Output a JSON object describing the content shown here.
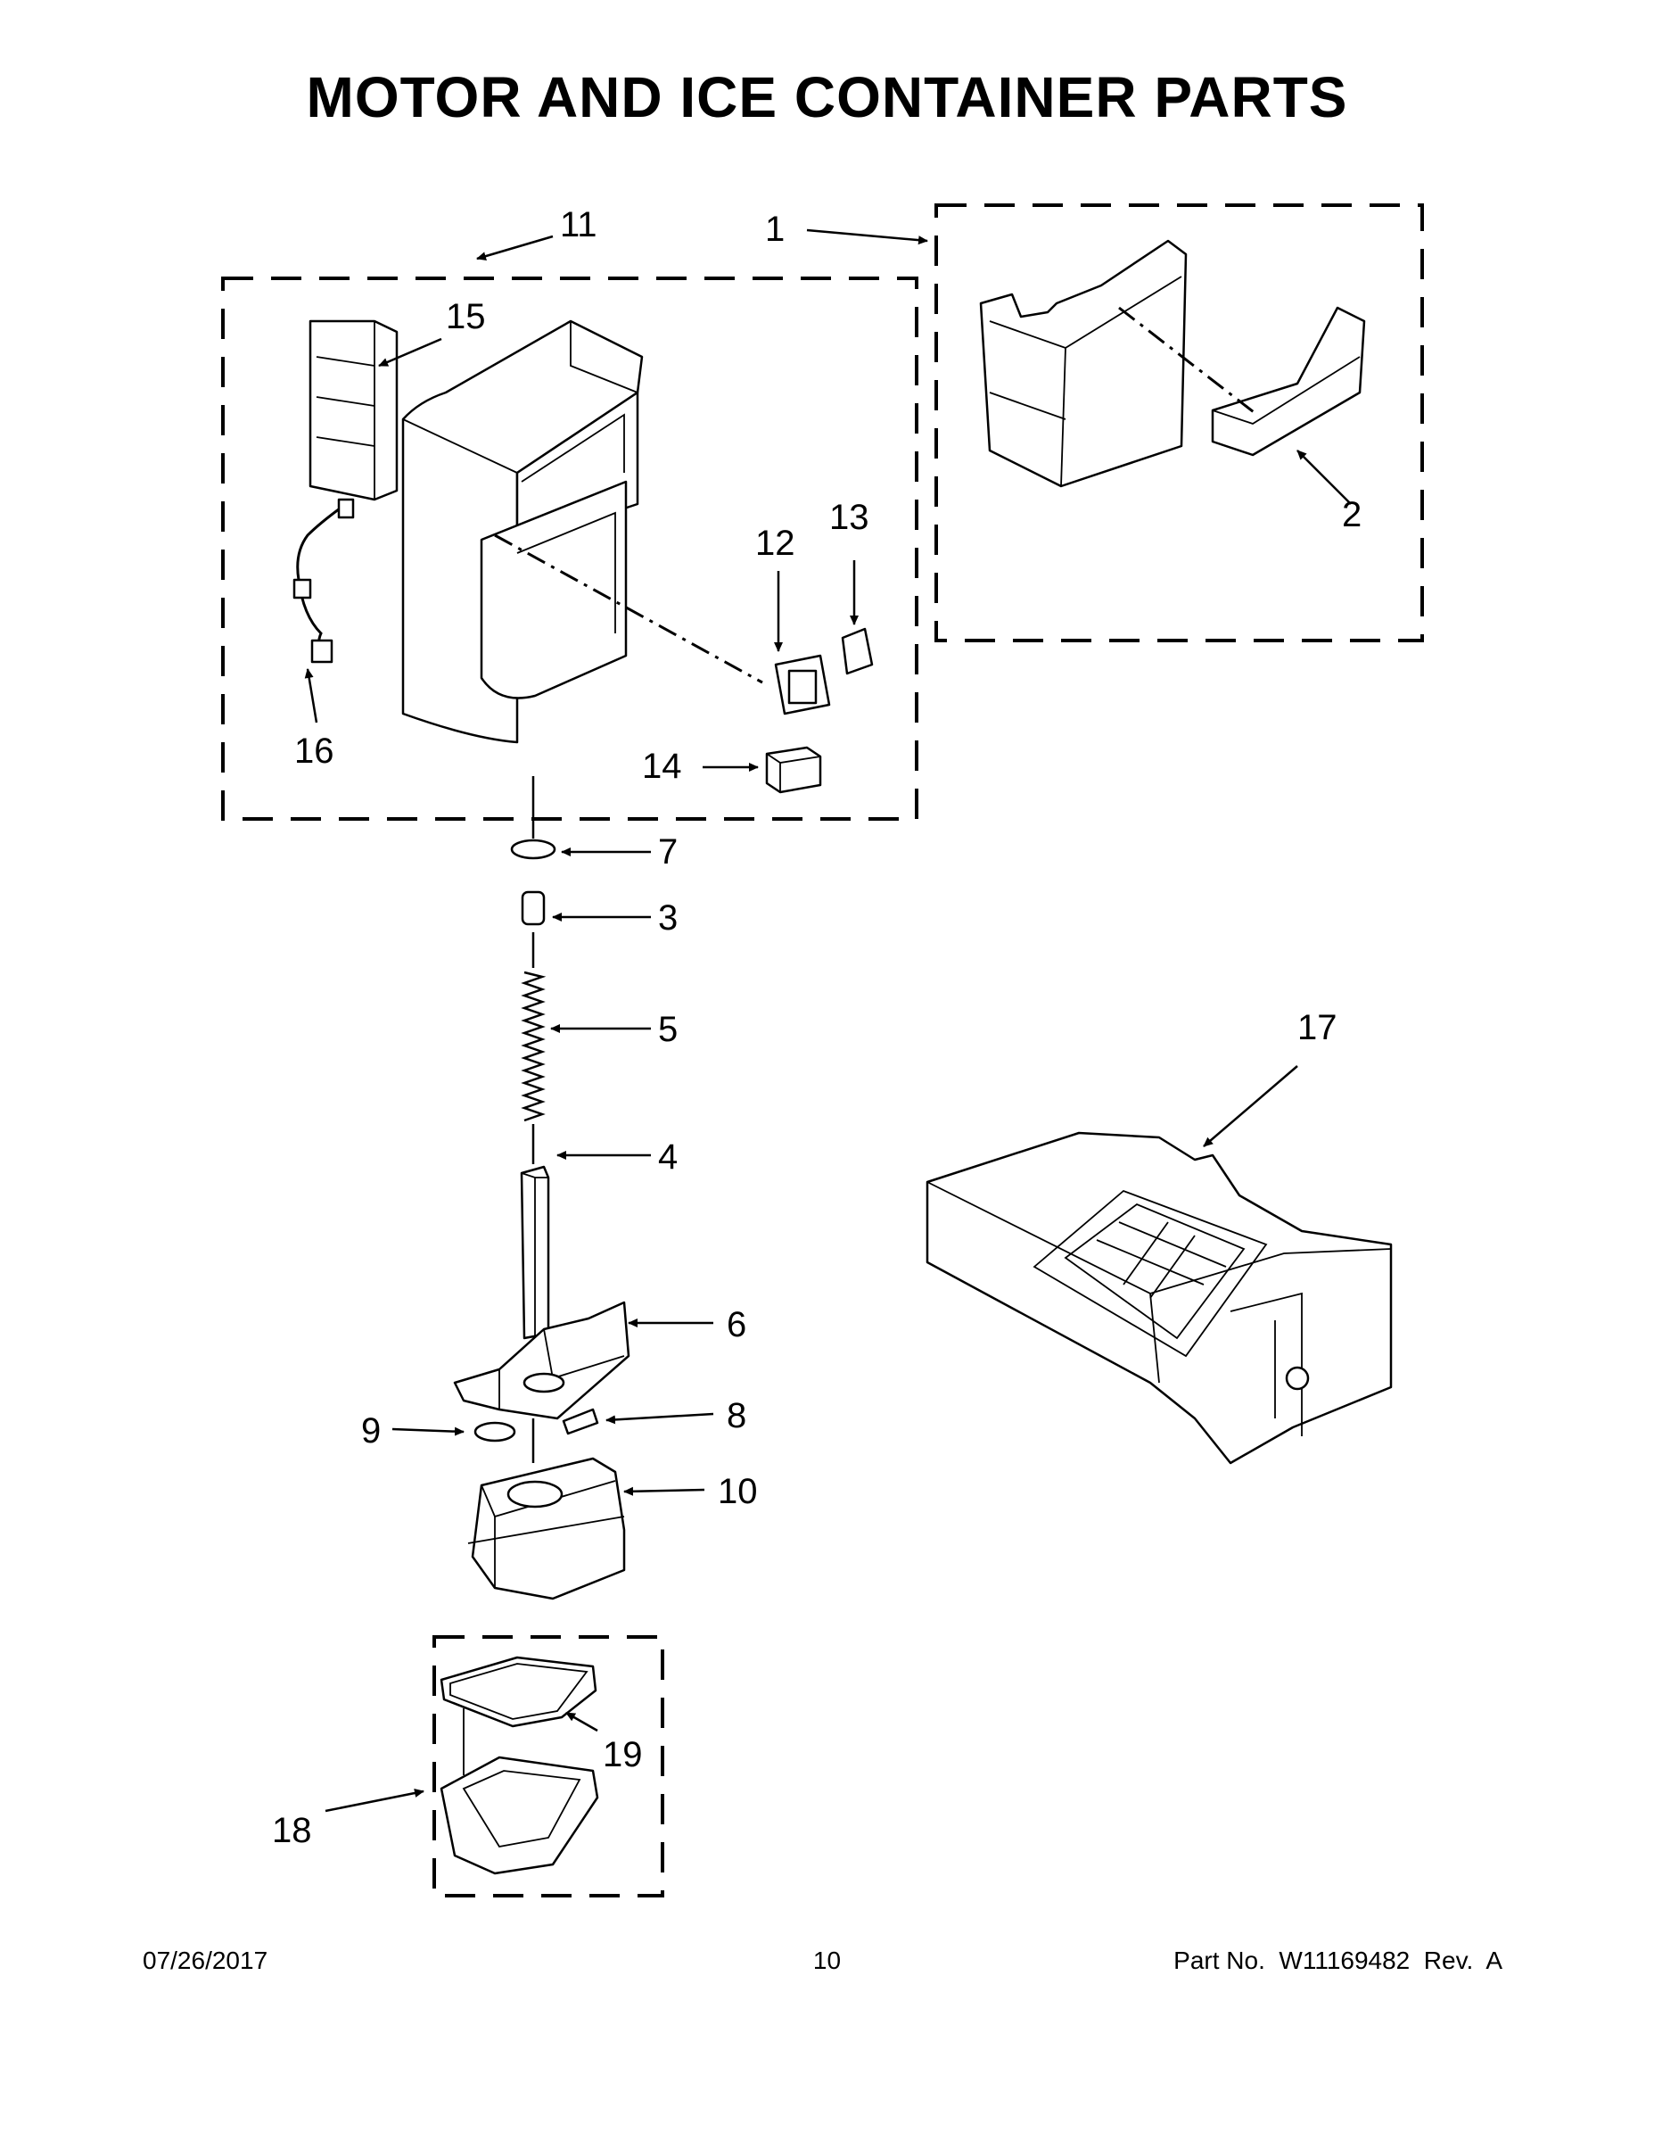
{
  "title": "MOTOR AND ICE CONTAINER PARTS",
  "callouts": {
    "c1": "1",
    "c2": "2",
    "c3": "3",
    "c4": "4",
    "c5": "5",
    "c6": "6",
    "c7": "7",
    "c8": "8",
    "c9": "9",
    "c10": "10",
    "c11": "11",
    "c12": "12",
    "c13": "13",
    "c14": "14",
    "c15": "15",
    "c16": "16",
    "c17": "17",
    "c18": "18",
    "c19": "19"
  },
  "footer": {
    "date": "07/26/2017",
    "page": "10",
    "part": "Part No.  W11169482  Rev.  A"
  }
}
